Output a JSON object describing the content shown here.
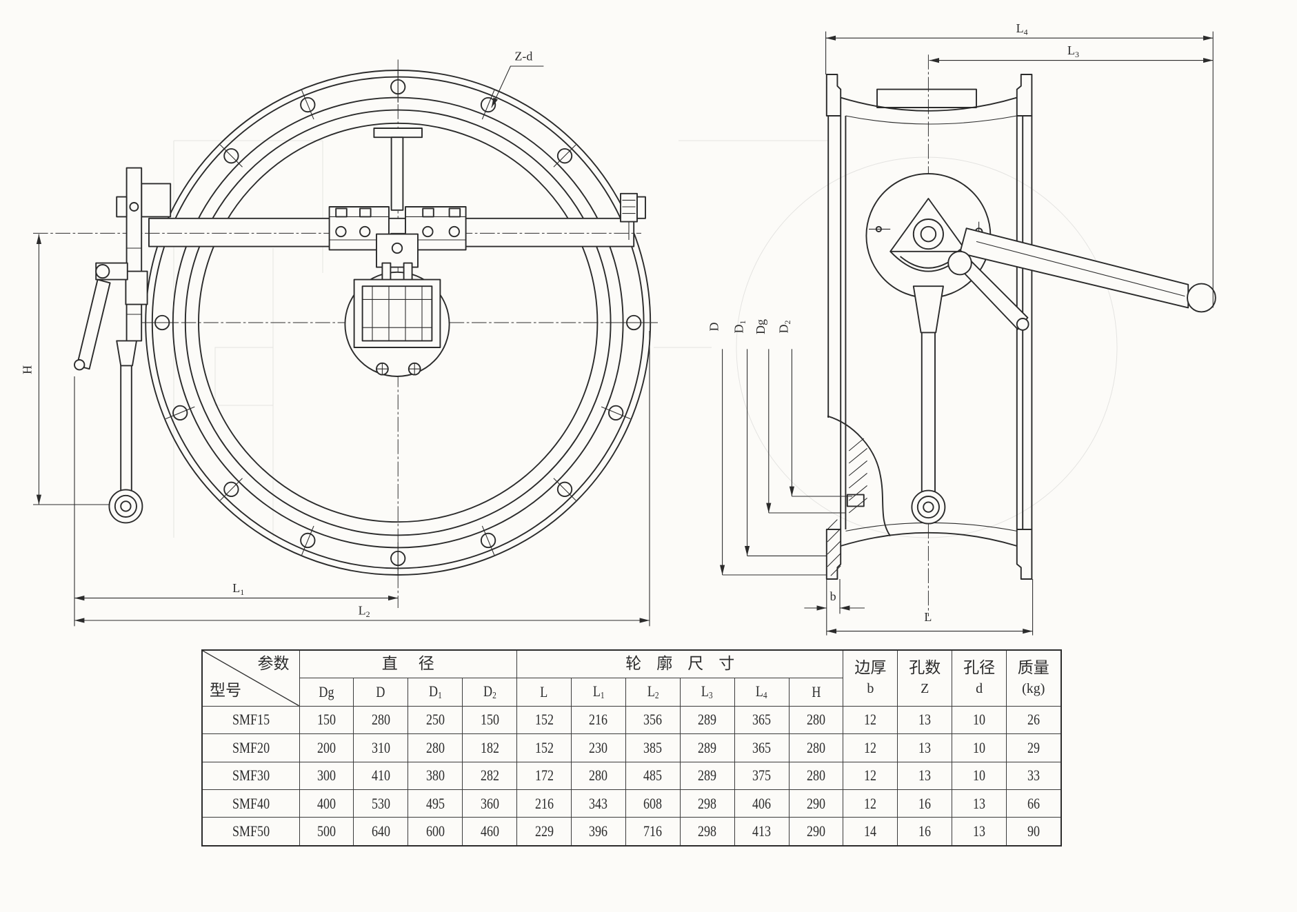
{
  "style": {
    "ink": "#2b2b2b",
    "paper": "#fcfbf8"
  },
  "drawing": {
    "holes_callout": "Z-d",
    "dim_H": "H",
    "dim_L1": {
      "sym": "L",
      "sub": "1"
    },
    "dim_L2": {
      "sym": "L",
      "sub": "2"
    },
    "dim_L3": {
      "sym": "L",
      "sub": "3"
    },
    "dim_L4": {
      "sym": "L",
      "sub": "4"
    },
    "dim_D": "D",
    "dim_D1": {
      "sym": "D",
      "sub": "1"
    },
    "dim_Dg": "Dg",
    "dim_D2": {
      "sym": "D",
      "sub": "2"
    },
    "dim_b": "b",
    "dim_L": "L"
  },
  "table": {
    "corner_top": "参数",
    "corner_bottom": "型号",
    "group_diameter": "直径",
    "group_profile": "轮廓尺寸",
    "columns": [
      {
        "sym": "Dg"
      },
      {
        "sym": "D"
      },
      {
        "sym": "D",
        "sub": "1"
      },
      {
        "sym": "D",
        "sub": "2"
      },
      {
        "sym": "L"
      },
      {
        "sym": "L",
        "sub": "1"
      },
      {
        "sym": "L",
        "sub": "2"
      },
      {
        "sym": "L",
        "sub": "3"
      },
      {
        "sym": "L",
        "sub": "4"
      },
      {
        "sym": "H"
      }
    ],
    "extra_columns": [
      {
        "title": "边厚",
        "sym": "b"
      },
      {
        "title": "孔数",
        "sym": "Z"
      },
      {
        "title": "孔径",
        "sym": "d"
      },
      {
        "title": "质量",
        "sym": "(kg)"
      }
    ],
    "rows": [
      {
        "model": "SMF15",
        "values": [
          "150",
          "280",
          "250",
          "150",
          "152",
          "216",
          "356",
          "289",
          "365",
          "280",
          "12",
          "13",
          "10",
          "26"
        ]
      },
      {
        "model": "SMF20",
        "values": [
          "200",
          "310",
          "280",
          "182",
          "152",
          "230",
          "385",
          "289",
          "365",
          "280",
          "12",
          "13",
          "10",
          "29"
        ]
      },
      {
        "model": "SMF30",
        "values": [
          "300",
          "410",
          "380",
          "282",
          "172",
          "280",
          "485",
          "289",
          "375",
          "280",
          "12",
          "13",
          "10",
          "33"
        ]
      },
      {
        "model": "SMF40",
        "values": [
          "400",
          "530",
          "495",
          "360",
          "216",
          "343",
          "608",
          "298",
          "406",
          "290",
          "12",
          "16",
          "13",
          "66"
        ]
      },
      {
        "model": "SMF50",
        "values": [
          "500",
          "640",
          "600",
          "460",
          "229",
          "396",
          "716",
          "298",
          "413",
          "290",
          "14",
          "16",
          "13",
          "90"
        ]
      }
    ]
  }
}
